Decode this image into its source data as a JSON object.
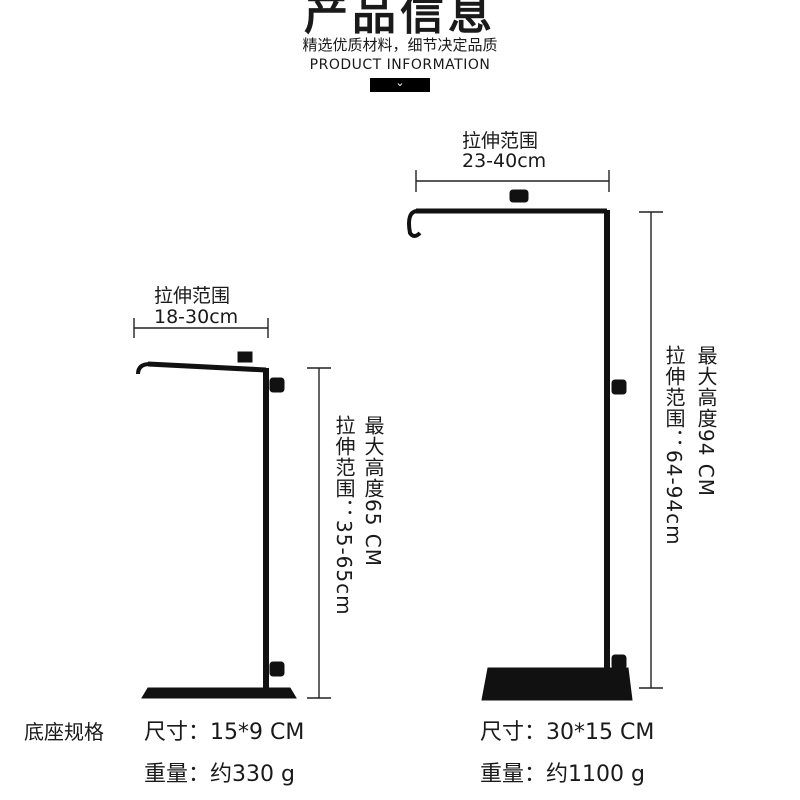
{
  "header": {
    "title": "产品信息",
    "subtitle": "精选优质材料，细节决定品质",
    "english": "PRODUCT INFORMATION",
    "chevron_icon": "chevron-down-icon"
  },
  "small_stand": {
    "stretch_label": "拉伸范围",
    "stretch_value": "18-30cm",
    "max_height": "最大高度65 CM",
    "height_range": "拉伸范围：35-65cm"
  },
  "large_stand": {
    "stretch_label": "拉伸范围",
    "stretch_value": "23-40cm",
    "max_height": "最大高度94 CM",
    "height_range": "拉伸范围：64-94cm"
  },
  "base_spec": {
    "heading": "底座规格",
    "small_size": "尺寸：15*9 CM",
    "small_weight": "重量：约330 g",
    "large_size": "尺寸：30*15 CM",
    "large_weight": "重量：约1100 g"
  }
}
